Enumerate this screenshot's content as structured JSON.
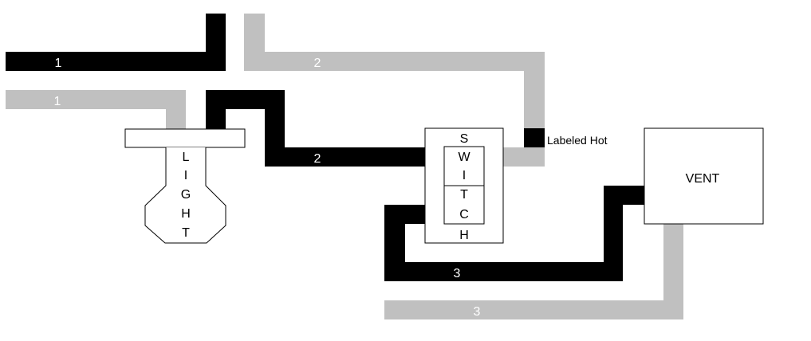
{
  "colors": {
    "hot_wire": "#000000",
    "neutral_wire": "#c0c0c0",
    "box_fill": "#ffffff",
    "box_stroke": "#000000"
  },
  "wires": {
    "black_1": "1",
    "gray_1": "1",
    "gray_2": "2",
    "black_2": "2",
    "black_3": "3",
    "gray_3": "3"
  },
  "labels": {
    "hot": "Labeled Hot"
  },
  "light": {
    "letters": [
      "L",
      "I",
      "G",
      "H",
      "T"
    ]
  },
  "switch": {
    "letters": [
      "S",
      "W",
      "I",
      "T",
      "C",
      "H"
    ]
  },
  "vent": {
    "label": "VENT"
  }
}
